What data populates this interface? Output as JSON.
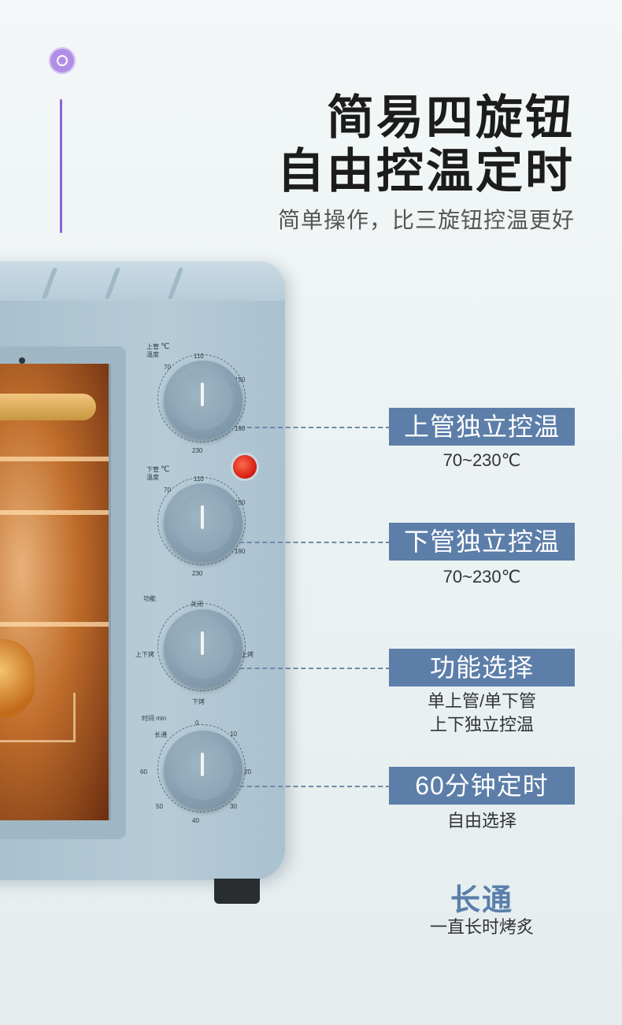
{
  "header": {
    "title_line1": "简易四旋钮",
    "title_line2": "自由控温定时",
    "subtitle": "简单操作，比三旋钮控温更好"
  },
  "knobs": {
    "top_heater": {
      "label_line1": "上管",
      "label_line2": "温度",
      "unit": "℃",
      "ticks": [
        "70",
        "110",
        "150",
        "190",
        "230"
      ]
    },
    "bottom_heater": {
      "label_line1": "下管",
      "label_line2": "温度",
      "unit": "℃",
      "ticks": [
        "70",
        "110",
        "150",
        "190",
        "230"
      ]
    },
    "function": {
      "label": "功能",
      "off": "关闭",
      "left": "上下烤",
      "right": "上烤",
      "bottom": "下烤"
    },
    "timer": {
      "label": "时间 min",
      "ticks": [
        "长通",
        "0",
        "10",
        "20",
        "30",
        "40",
        "50",
        "60"
      ]
    }
  },
  "features": [
    {
      "title": "上管独立控温",
      "desc": [
        "70~230℃"
      ]
    },
    {
      "title": "下管独立控温",
      "desc": [
        "70~230℃"
      ]
    },
    {
      "title": "功能选择",
      "desc": [
        "单上管/单下管",
        "上下独立控温"
      ]
    },
    {
      "title": "60分钟定时",
      "desc": [
        "自由选择"
      ]
    }
  ],
  "long_mode": {
    "title": "长通",
    "desc": "一直长时烤炙"
  },
  "colors": {
    "accent_purple": "#8d63d6",
    "callout_blue": "#5c7ea9",
    "oven_body": "#b6cbd8",
    "indicator_red": "#d21a10"
  }
}
